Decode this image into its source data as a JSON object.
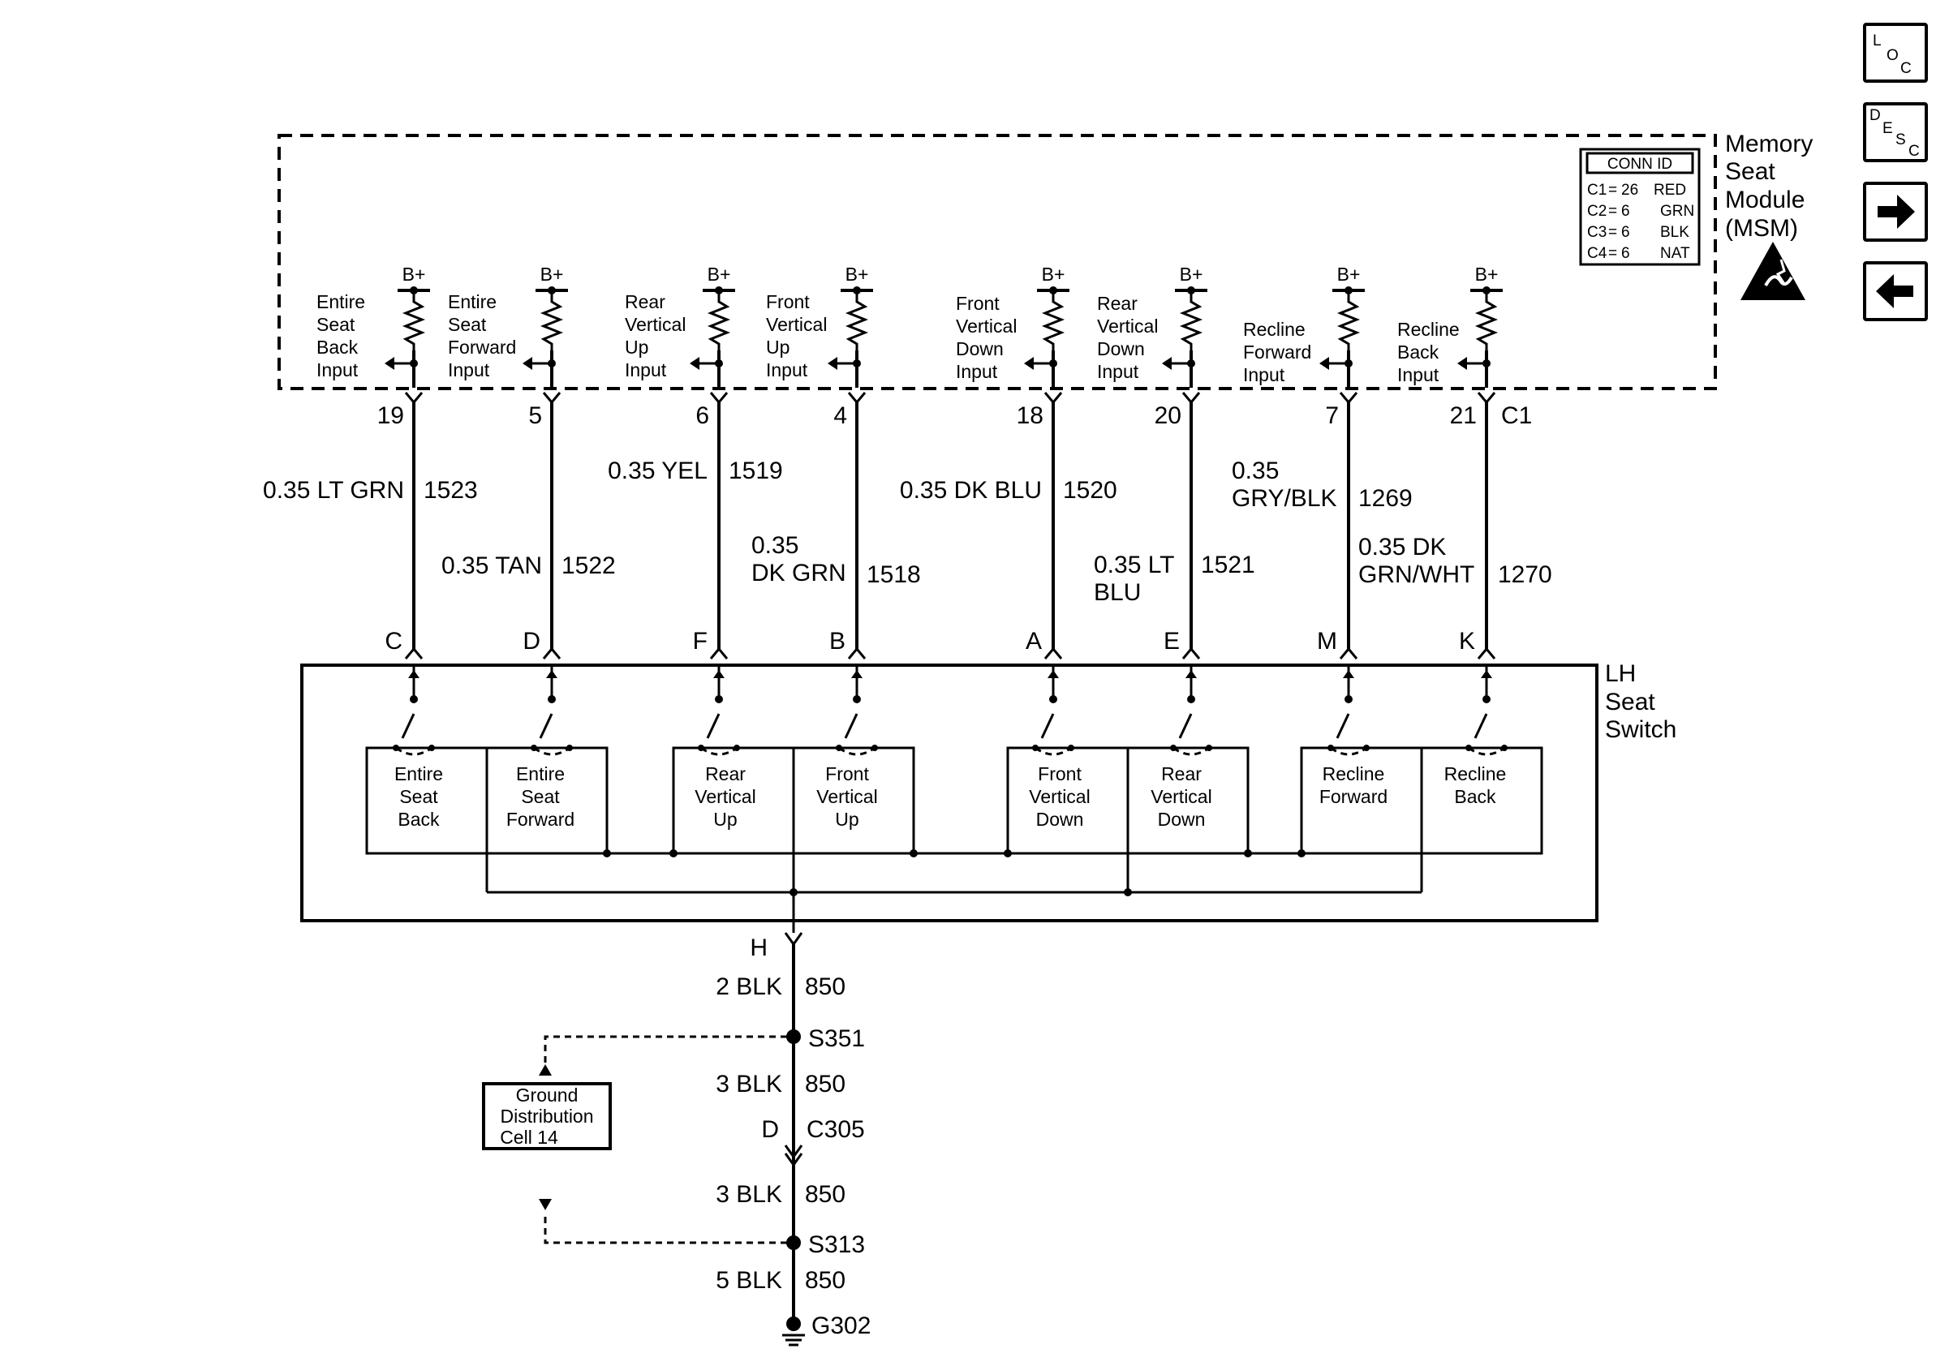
{
  "nav": {
    "loc_label": [
      "L",
      "O",
      "C"
    ],
    "desc_label": [
      "D",
      "E",
      "S",
      "C"
    ],
    "next_icon": "arrow-right-icon",
    "prev_icon": "arrow-left-icon"
  },
  "module": {
    "name_lines": [
      "Memory",
      "Seat",
      "Module",
      "(MSM)"
    ],
    "esd_icon": "esd-warning-icon",
    "connector_label": "C1",
    "conn_id": {
      "title": "CONN ID",
      "rows": [
        {
          "id": "C1",
          "eq": "=",
          "count": "26",
          "color": "RED"
        },
        {
          "id": "C2",
          "eq": "=",
          "count": "6",
          "color": "GRN"
        },
        {
          "id": "C3",
          "eq": "=",
          "count": "6",
          "color": "BLK"
        },
        {
          "id": "C4",
          "eq": "=",
          "count": "6",
          "color": "NAT"
        }
      ]
    },
    "b_plus": "B+"
  },
  "circuits": [
    {
      "input_lines": [
        "Entire",
        "Seat",
        "Back",
        "Input"
      ],
      "module_pin": "19",
      "wire_lines": [
        "0.35 LT GRN"
      ],
      "circuit": "1523",
      "switch_pin": "C",
      "switch_lines": [
        "Entire",
        "Seat",
        "Back"
      ]
    },
    {
      "input_lines": [
        "Entire",
        "Seat",
        "Forward",
        "Input"
      ],
      "module_pin": "5",
      "wire_lines": [
        "0.35 TAN"
      ],
      "circuit": "1522",
      "switch_pin": "D",
      "switch_lines": [
        "Entire",
        "Seat",
        "Forward"
      ]
    },
    {
      "input_lines": [
        "Rear",
        "Vertical",
        "Up",
        "Input"
      ],
      "module_pin": "6",
      "wire_lines": [
        "0.35 YEL"
      ],
      "circuit": "1519",
      "switch_pin": "F",
      "switch_lines": [
        "Rear",
        "Vertical",
        "Up"
      ]
    },
    {
      "input_lines": [
        "Front",
        "Vertical",
        "Up",
        "Input"
      ],
      "module_pin": "4",
      "wire_lines": [
        "0.35",
        "DK GRN"
      ],
      "circuit": "1518",
      "switch_pin": "B",
      "switch_lines": [
        "Front",
        "Vertical",
        "Up"
      ]
    },
    {
      "input_lines": [
        "Front",
        "Vertical",
        "Down",
        "Input"
      ],
      "module_pin": "18",
      "wire_lines": [
        "0.35 DK BLU"
      ],
      "circuit": "1520",
      "switch_pin": "A",
      "switch_lines": [
        "Front",
        "Vertical",
        "Down"
      ]
    },
    {
      "input_lines": [
        "Rear",
        "Vertical",
        "Down",
        "Input"
      ],
      "module_pin": "20",
      "wire_lines": [
        "0.35 LT",
        "BLU"
      ],
      "circuit": "1521",
      "switch_pin": "E",
      "switch_lines": [
        "Rear",
        "Vertical",
        "Down"
      ]
    },
    {
      "input_lines": [
        "Recline",
        "Forward",
        "Input"
      ],
      "module_pin": "7",
      "wire_lines": [
        "0.35",
        "GRY/BLK"
      ],
      "circuit": "1269",
      "switch_pin": "M",
      "switch_lines": [
        "Recline",
        "Forward"
      ]
    },
    {
      "input_lines": [
        "Recline",
        "Back",
        "Input"
      ],
      "module_pin": "21",
      "wire_lines": [
        "0.35 DK",
        "GRN/WHT"
      ],
      "circuit": "1270",
      "switch_pin": "K",
      "switch_lines": [
        "Recline",
        "Back"
      ]
    }
  ],
  "seat_switch": {
    "name_lines": [
      "LH",
      "Seat",
      "Switch"
    ],
    "ground_pin": "H"
  },
  "ground_path": {
    "wire1": {
      "size_color": "2 BLK",
      "circuit": "850"
    },
    "splice1": "S351",
    "wire2": {
      "size_color": "3 BLK",
      "circuit": "850"
    },
    "connector": {
      "pin": "D",
      "id": "C305"
    },
    "wire3": {
      "size_color": "3 BLK",
      "circuit": "850"
    },
    "splice2": "S313",
    "wire4": {
      "size_color": "5 BLK",
      "circuit": "850"
    },
    "ground": "G302",
    "ground_icon": "ground-symbol-icon",
    "reference_lines": [
      "Ground",
      "Distribution",
      "Cell 14"
    ]
  }
}
